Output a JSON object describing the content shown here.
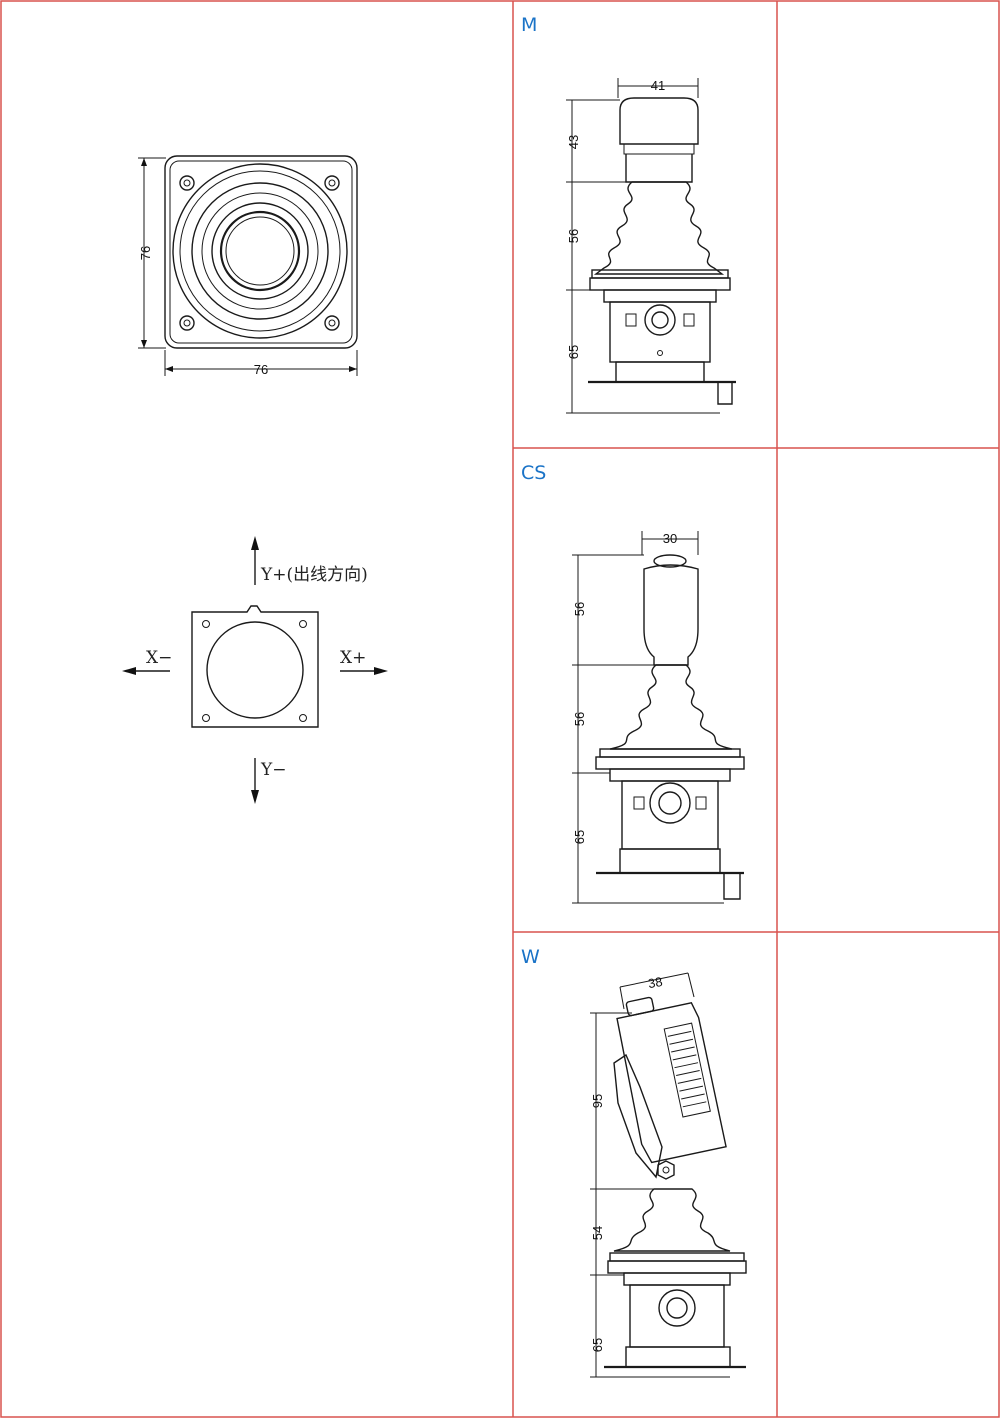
{
  "sections": {
    "m": {
      "label": "M",
      "dims": [
        "41",
        "43",
        "56",
        "65"
      ]
    },
    "cs": {
      "label": "CS",
      "dims": [
        "30",
        "56",
        "56",
        "65"
      ]
    },
    "w": {
      "label": "W",
      "dims": [
        "38",
        "95",
        "54",
        "65"
      ]
    }
  },
  "top_view": {
    "width_dim": "76",
    "height_dim": "76"
  },
  "direction": {
    "y_plus": "Y+(出线方向)",
    "y_minus": "Y−",
    "x_plus": "X+",
    "x_minus": "X−"
  },
  "colors": {
    "grid": "#d9534f",
    "label": "#1a73c7"
  }
}
